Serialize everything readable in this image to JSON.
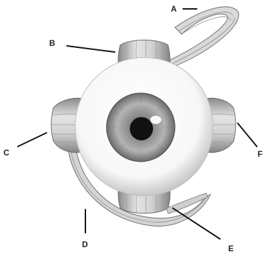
{
  "diagram": {
    "labels": {
      "a": "A",
      "b": "B",
      "c": "C",
      "d": "D",
      "e": "E",
      "f": "F"
    }
  },
  "colors": {
    "muscle_light": "#e6e6e6",
    "muscle_dark": "#7d7d7d",
    "iris_outer": "#5e5e5e",
    "iris_inner": "#a8a8a8",
    "pupil": "#111111",
    "sclera_edge": "#bdbdbd"
  }
}
